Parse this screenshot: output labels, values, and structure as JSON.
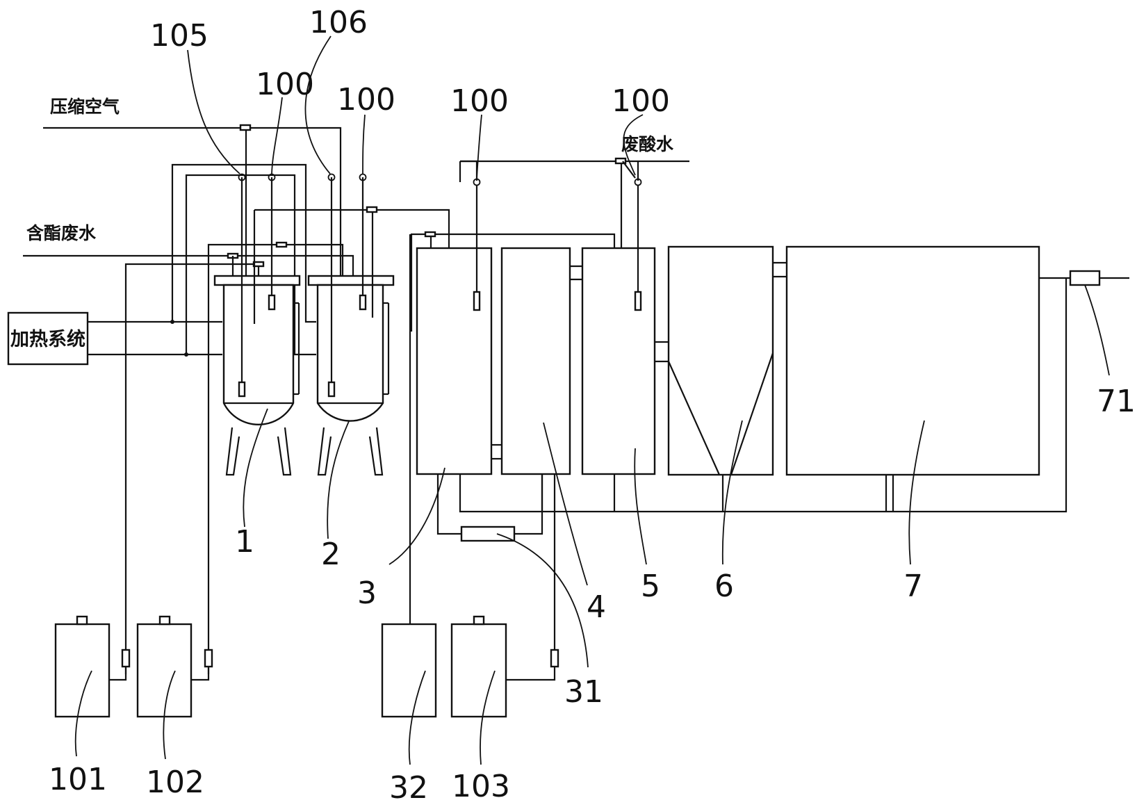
{
  "labels": {
    "compressed_air": "压缩空气",
    "ester_wastewater": "含酯废水",
    "waste_acid_water": "废酸水",
    "heating_system": "加热系统"
  },
  "refs": {
    "r105": "105",
    "r106": "106",
    "r100a": "100",
    "r100b": "100",
    "r100c": "100",
    "r100d": "100",
    "r1": "1",
    "r2": "2",
    "r3": "3",
    "r4": "4",
    "r5": "5",
    "r6": "6",
    "r7": "7",
    "r31": "31",
    "r32": "32",
    "r71": "71",
    "r101": "101",
    "r102": "102",
    "r103": "103"
  }
}
